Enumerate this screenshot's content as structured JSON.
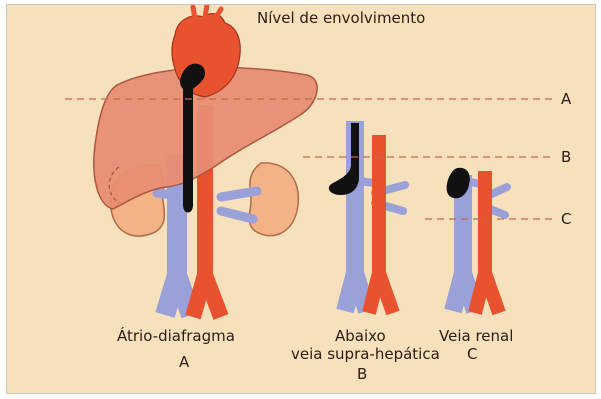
{
  "title": "Nível de envolvimento",
  "levels": [
    "A",
    "B",
    "C"
  ],
  "panels": [
    {
      "line1": "Átrio-diafragma",
      "letter": "A"
    },
    {
      "line1": "Abaixo",
      "line2": "veia supra-hepática",
      "letter": "B"
    },
    {
      "line1": "Veia renal",
      "letter": "C"
    }
  ],
  "colors": {
    "background": "#f7e0bc",
    "liver": "#e88e74",
    "heart": "#e8522e",
    "aorta": "#e8522e",
    "vena_cava": "#9aa0d8",
    "kidney": "#f3b387",
    "thrombus": "#111111",
    "level_line": "#c46a4c"
  }
}
